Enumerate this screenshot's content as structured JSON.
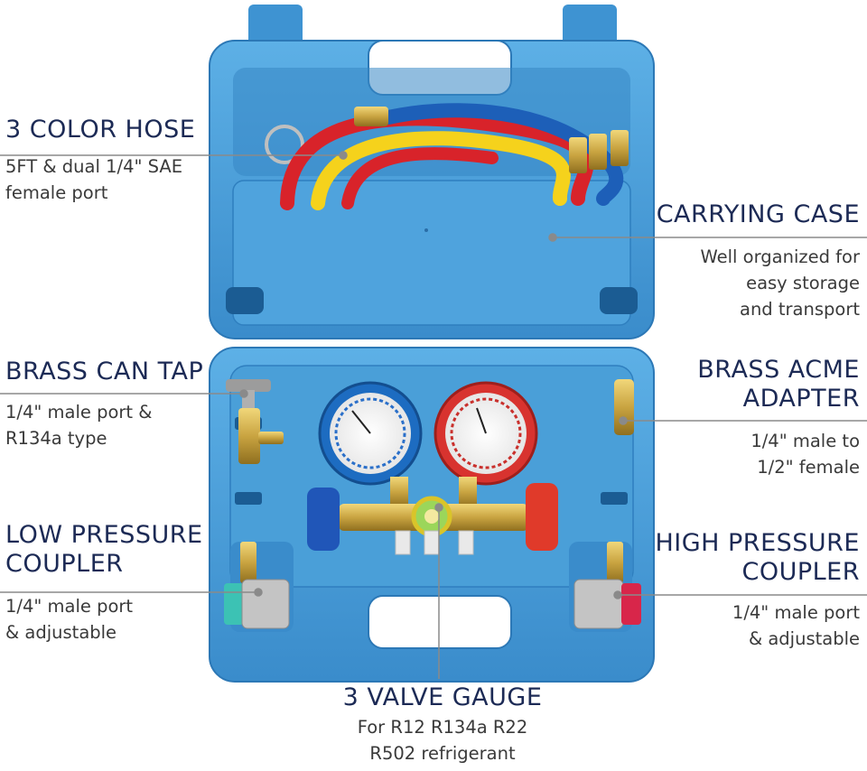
{
  "labels": {
    "color_hose": {
      "title": "3 COLOR HOSE",
      "desc": [
        "5FT & dual 1/4\" SAE",
        "female port"
      ]
    },
    "carrying_case": {
      "title": "CARRYING CASE",
      "desc": [
        "Well organized for",
        "easy storage",
        "and transport"
      ]
    },
    "brass_can_tap": {
      "title": "BRASS CAN TAP",
      "desc": [
        "1/4\" male port &",
        "R134a type"
      ]
    },
    "brass_acme_adapter": {
      "title": [
        "BRASS ACME",
        "ADAPTER"
      ],
      "desc": [
        "1/4\" male to",
        "1/2\" female"
      ]
    },
    "low_pressure_coupler": {
      "title": [
        "LOW PRESSURE",
        "COUPLER"
      ],
      "desc": [
        "1/4\" male port",
        "& adjustable"
      ]
    },
    "high_pressure_coupler": {
      "title": [
        "HIGH PRESSURE",
        "COUPLER"
      ],
      "desc": [
        "1/4\" male port",
        "& adjustable"
      ]
    },
    "valve_gauge": {
      "title": "3 VALVE GAUGE",
      "desc": [
        "For R12 R134a R22",
        "R502 refrigerant"
      ]
    }
  },
  "colors": {
    "case_blue": "#4a9fd8",
    "case_dark": "#2f7fbf",
    "label_navy": "#1c2a55",
    "hose_red": "#d8232a",
    "hose_yellow": "#f5d21c",
    "hose_blue": "#1d5fb8",
    "brass": "#c9a441",
    "leader_line": "#8a8a8a"
  }
}
